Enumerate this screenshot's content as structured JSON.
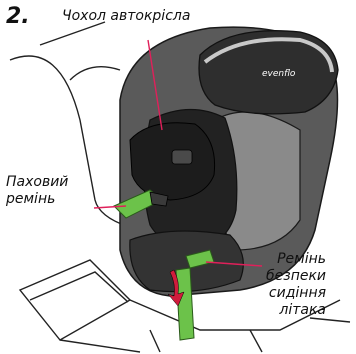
{
  "step": {
    "number": "2."
  },
  "labels": {
    "seat_cover": "Чохол автокрісла",
    "lap_belt_line1": "Паховий",
    "lap_belt_line2": "ремінь",
    "airplane_belt_line1": "Ремінь",
    "airplane_belt_line2": "безпеки",
    "airplane_belt_line3": "сидіння",
    "airplane_belt_line4": "літака"
  },
  "logo": {
    "text": "evenflo"
  },
  "colors": {
    "belt_highlight": "#6cc24a",
    "leader_line": "#e0205a",
    "seat_dark": "#2a2a2a",
    "seat_mid": "#6b6b6b",
    "seat_light": "#b8b8b8"
  }
}
